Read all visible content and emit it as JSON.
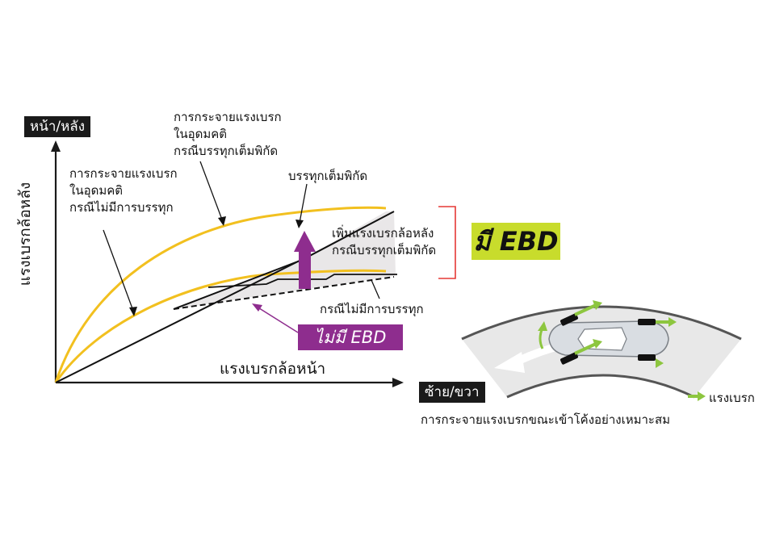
{
  "tags": {
    "front_rear": "หน้า/หลัง",
    "left_right": "ซ้าย/ขวา"
  },
  "axes": {
    "y_label": "แรงเบรกล้อหลัง",
    "x_label": "แรงเบรกล้อหน้า"
  },
  "annotations": {
    "ideal_unloaded": [
      "การกระจายแรงเบรก",
      "ในอุดมคติ",
      "กรณีไม่มีการบรรทุก"
    ],
    "ideal_full_load": [
      "การกระจายแรงเบรก",
      "ในอุดมคติ",
      "กรณีบรรทุกเต็มพิกัด"
    ],
    "full_load": "บรรทุกเต็มพิกัด",
    "increase_rear": [
      "เพิ่มแรงเบรกล้อหลัง",
      "กรณีบรรทุกเต็มพิกัด"
    ],
    "no_load": "กรณีไม่มีการบรรทุก"
  },
  "badges": {
    "with_ebd": "มี EBD",
    "without_ebd": "ไม่มี EBD"
  },
  "legend": {
    "brake_force": "แรงเบรก"
  },
  "caption": "การกระจายแรงเบรกขณะเข้าโค้งอย่างเหมาะสม",
  "colors": {
    "ideal_curve": "#f2c01f",
    "ebd_badge": "#c8dc2c",
    "no_ebd": "#8e2d8e",
    "bracket": "#e53935",
    "force_arrow": "#8dc63f",
    "shaded_region": "#e9e7e8",
    "road": "#e8e8e8",
    "tag_bg": "#1a1a1a"
  },
  "icons": [
    "axis-arrow-icon",
    "increase-arrow-icon",
    "car-icon",
    "force-arrow-icon",
    "direction-arrow-icon"
  ]
}
